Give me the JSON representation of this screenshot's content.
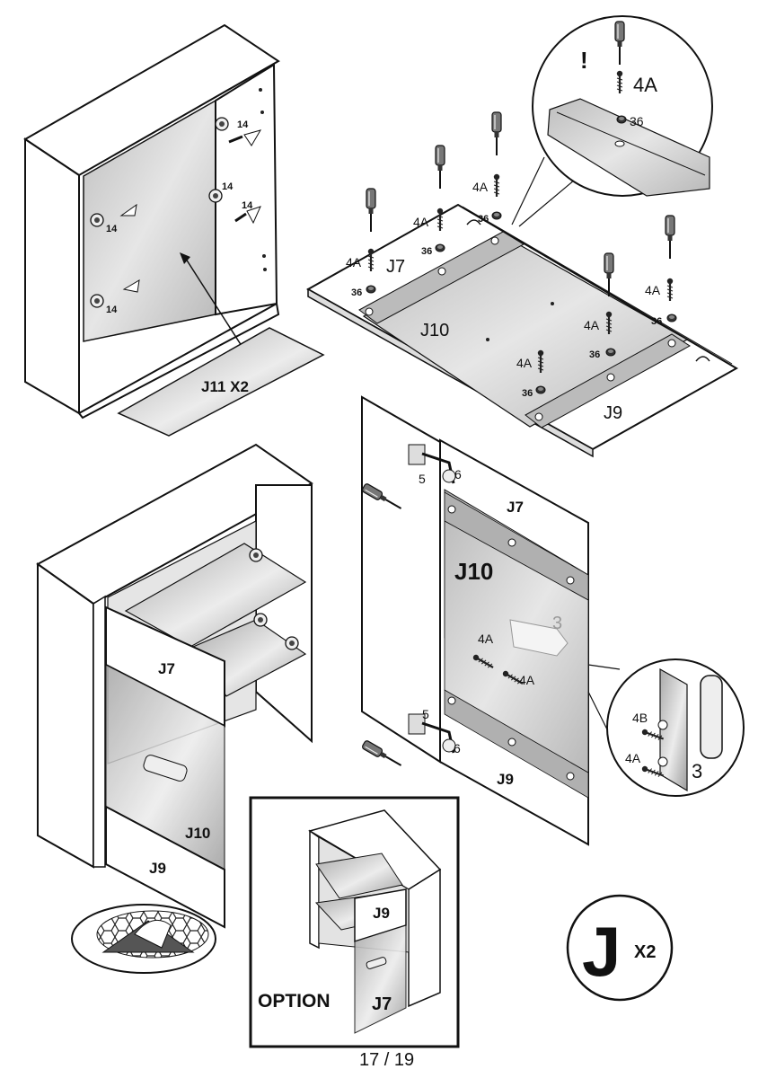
{
  "labels": {
    "j11x2": "J11 X2",
    "step1_j7": "J7",
    "step1_j10": "J10",
    "step1_j9": "J9",
    "door_j7": "J7",
    "door_j10": "J10",
    "door_j9": "J9",
    "cab_j7": "J7",
    "cab_j10": "J10",
    "cab_j9": "J9",
    "opt_j9": "J9",
    "opt_j7": "J7",
    "option": "OPTION",
    "j_letter": "J",
    "j_count": "X2",
    "exclaim": "!"
  },
  "parts": {
    "peg14": "14",
    "screw4a": "4A",
    "cap36": "36",
    "hinge5": "5",
    "hinge6": "6",
    "handle3": "3",
    "screw4b": "4B"
  },
  "page_number": "17 / 19",
  "colors": {
    "ink": "#1a1a1a",
    "panel": "#d4d4d4",
    "panel_dark": "#b3b3b3",
    "paper": "#ffffff"
  }
}
